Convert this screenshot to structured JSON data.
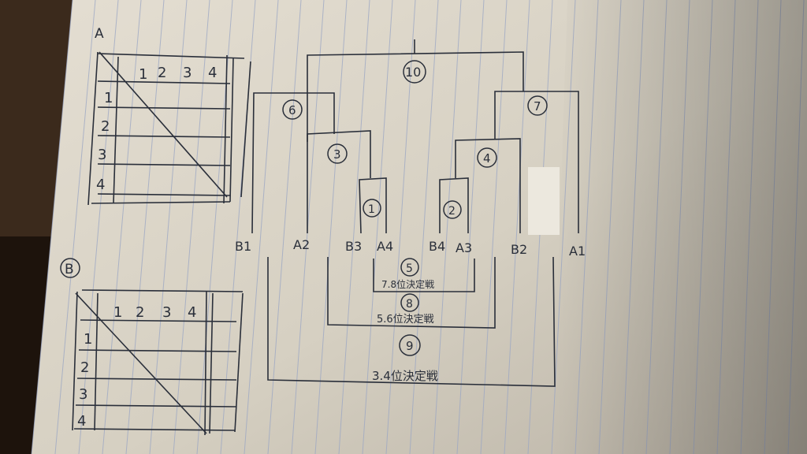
{
  "table_a": {
    "label": "A",
    "col_headers": [
      "1",
      "2",
      "3",
      "4"
    ],
    "row_headers": [
      "1",
      "2",
      "3",
      "4"
    ]
  },
  "table_b": {
    "label": "B",
    "col_headers": [
      "1",
      "2",
      "3",
      "4"
    ],
    "row_headers": [
      "1",
      "2",
      "3",
      "4"
    ]
  },
  "bracket": {
    "slots": [
      "B1",
      "A2",
      "B3",
      "A4",
      "B4",
      "A3",
      "B2",
      "A1"
    ],
    "matches": {
      "m1": "1",
      "m2": "2",
      "m3": "3",
      "m4": "4",
      "m5": "5",
      "m6": "6",
      "m7": "7",
      "m8": "8",
      "m9": "9",
      "m10": "10"
    },
    "placement": {
      "p78": "7.8位決定戦",
      "p56": "5.6位決定戦",
      "p34": "3.4位決定戦"
    }
  },
  "colors": {
    "paper": "#dcd6c8",
    "ink": "#2a2f3a",
    "rule": "#9aa6c4",
    "desk": "#2a1c12"
  }
}
